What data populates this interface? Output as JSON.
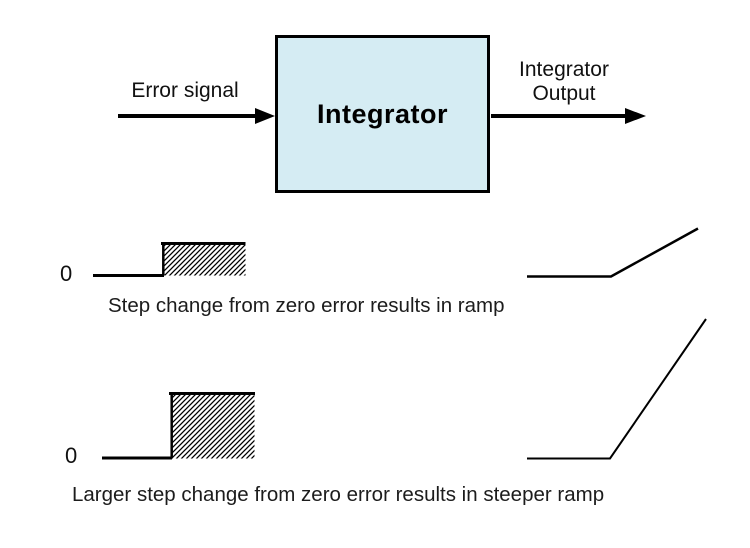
{
  "block_diagram": {
    "input_label": "Error signal",
    "block_label": "Integrator",
    "output_label_line1": "Integrator",
    "output_label_line2": "Output"
  },
  "examples": [
    {
      "axis_zero": "0",
      "caption": "Step change from zero error results in ramp"
    },
    {
      "axis_zero": "0",
      "caption": "Larger step change from zero error results in steeper ramp"
    }
  ],
  "colors": {
    "background": "#ffffff",
    "block_fill": "#d5ecf3",
    "line": "#000000",
    "text": "#111111"
  }
}
